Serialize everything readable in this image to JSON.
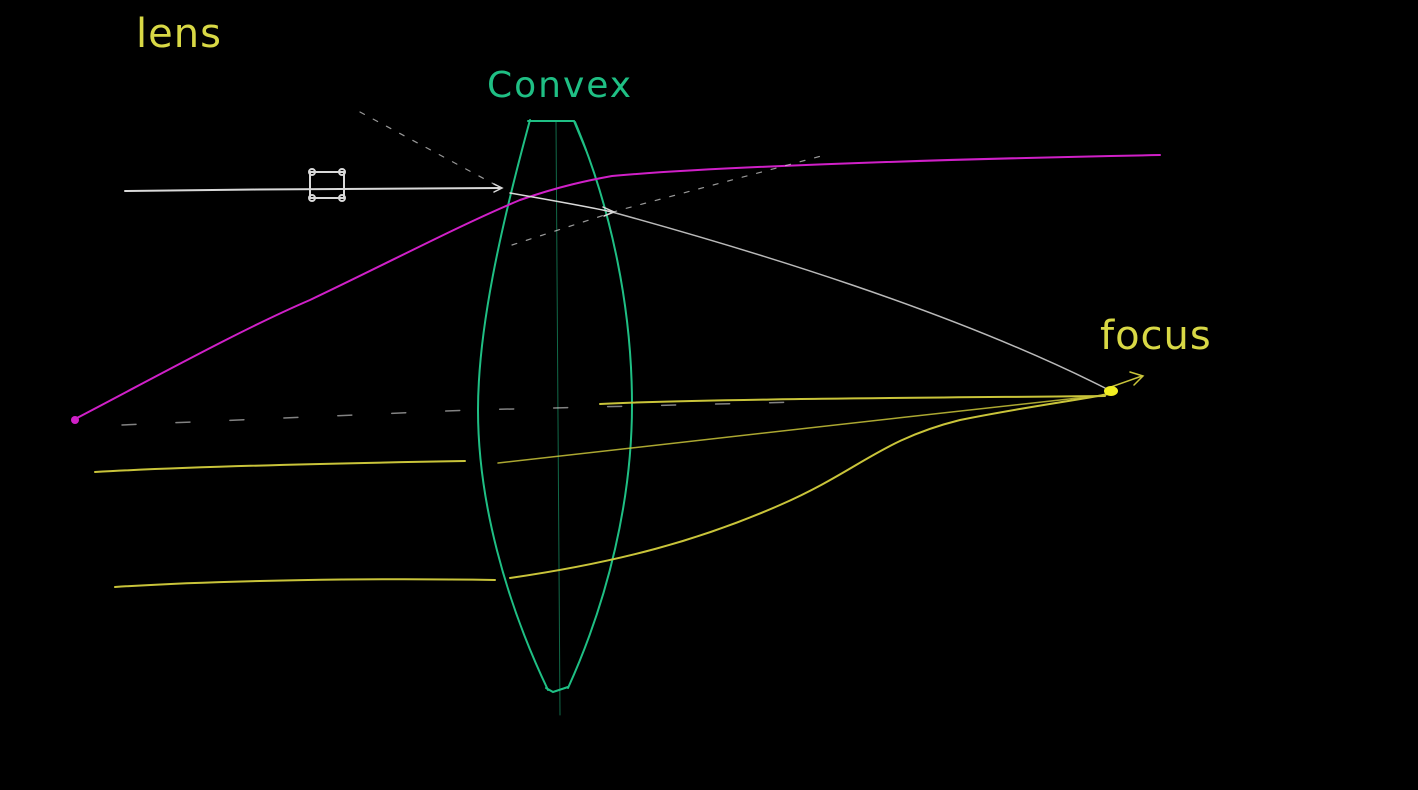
{
  "labels": {
    "lens": "lens",
    "convex": "Convex",
    "focus": "focus"
  },
  "colors": {
    "background": "#000000",
    "lens_label": "#d8d845",
    "lens_outline": "#1fbf84",
    "yellow_rays": "#c9c43a",
    "white_ray": "#d9d9d9",
    "magenta_ray": "#d020c8",
    "focus_point": "#f2ee22"
  }
}
